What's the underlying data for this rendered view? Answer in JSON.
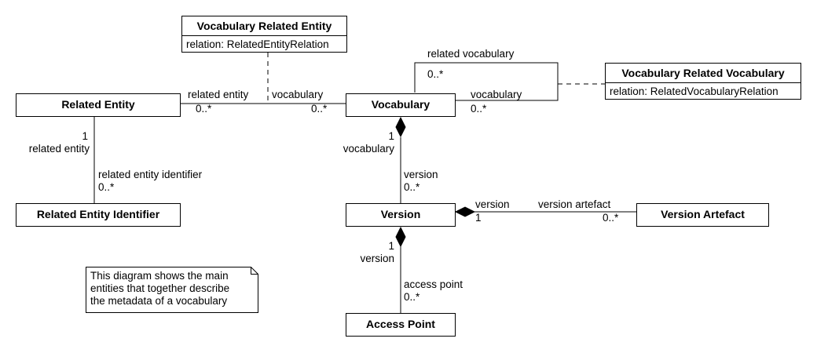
{
  "classes": {
    "vocabulary_related_entity": {
      "name": "Vocabulary Related Entity",
      "attribute": "relation: RelatedEntityRelation"
    },
    "vocabulary_related_vocabulary": {
      "name": "Vocabulary Related Vocabulary",
      "attribute": "relation: RelatedVocabularyRelation"
    },
    "related_entity": {
      "name": "Related Entity"
    },
    "vocabulary": {
      "name": "Vocabulary"
    },
    "related_entity_identifier": {
      "name": "Related Entity Identifier"
    },
    "version": {
      "name": "Version"
    },
    "version_artefact": {
      "name": "Version Artefact"
    },
    "access_point": {
      "name": "Access Point"
    }
  },
  "labels": {
    "re_related_entity": "related entity",
    "re_mult_left": "0..*",
    "re_vocabulary": "vocabulary",
    "re_mult_right": "0..*",
    "rv_related_vocabulary": "related vocabulary",
    "rv_mult_top": "0..*",
    "rv_vocabulary": "vocabulary",
    "rv_mult_bottom": "0..*",
    "rei_one": "1",
    "rei_related_entity": "related entity",
    "rei_identifier": "related entity identifier",
    "rei_mult": "0..*",
    "vv_one": "1",
    "vv_vocabulary": "vocabulary",
    "vv_version": "version",
    "vv_mult": "0..*",
    "va_version": "version",
    "va_one": "1",
    "va_artefact": "version artefact",
    "va_mult": "0..*",
    "ap_one": "1",
    "ap_version": "version",
    "ap_access_point": "access point",
    "ap_mult": "0..*"
  },
  "note": {
    "line1": "This diagram shows the main",
    "line2": "entities that together describe",
    "line3": "the metadata of a vocabulary"
  }
}
